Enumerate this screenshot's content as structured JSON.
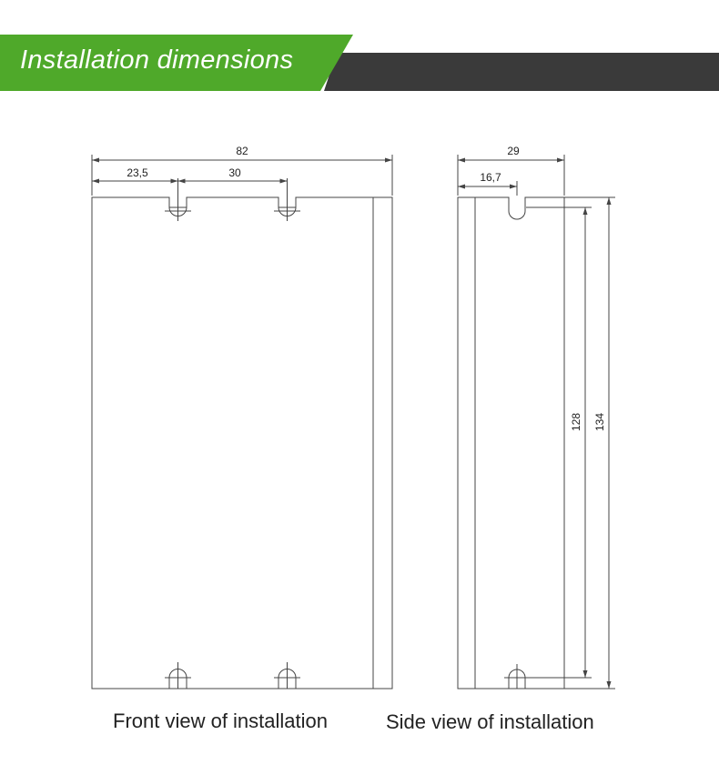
{
  "header": {
    "title": "Installation dimensions",
    "accent_color": "#4fa92a",
    "bar_color": "#3a3a3a"
  },
  "front_view": {
    "caption": "Front view of installation",
    "overall_width": "82",
    "hole_offset": "23,5",
    "hole_spacing": "30"
  },
  "side_view": {
    "caption": "Side view of installation",
    "overall_width": "29",
    "slot_offset": "16,7",
    "hole_height": "128",
    "overall_height": "134"
  }
}
